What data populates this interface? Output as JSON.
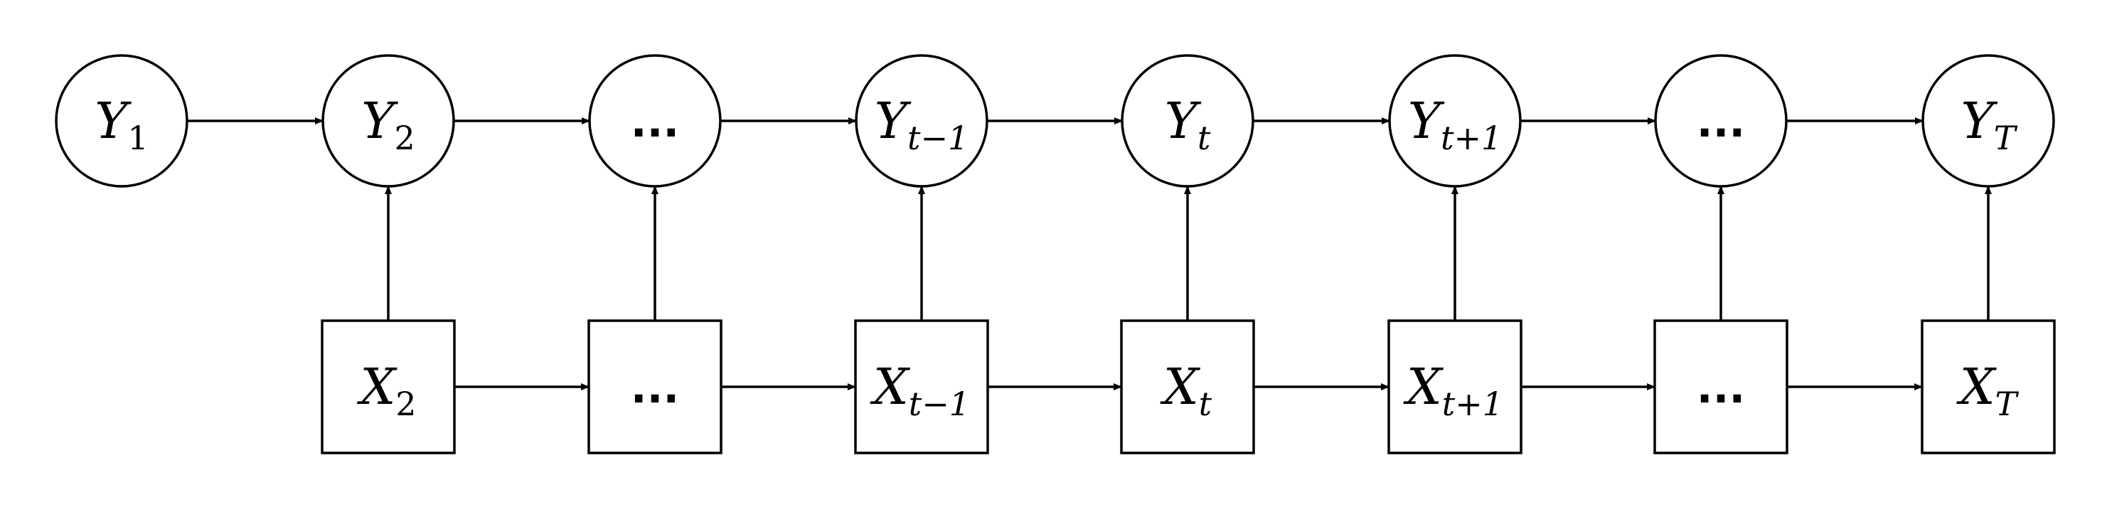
{
  "colors": {
    "stroke": "#000000",
    "fill": "#ffffff"
  },
  "y_nodes": [
    {
      "id": "y1",
      "base": "Y",
      "sub": "1",
      "dots": false
    },
    {
      "id": "y2",
      "base": "Y",
      "sub": "2",
      "dots": false
    },
    {
      "id": "y-ellipsis-1",
      "base": "",
      "sub": "",
      "dots": true,
      "text": "..."
    },
    {
      "id": "y-t-minus-1",
      "base": "Y",
      "sub": "t−1",
      "dots": false
    },
    {
      "id": "y-t",
      "base": "Y",
      "sub": "t",
      "dots": false
    },
    {
      "id": "y-t-plus-1",
      "base": "Y",
      "sub": "t+1",
      "dots": false
    },
    {
      "id": "y-ellipsis-2",
      "base": "",
      "sub": "",
      "dots": true,
      "text": "..."
    },
    {
      "id": "y-T",
      "base": "Y",
      "sub": "T",
      "dots": false
    }
  ],
  "x_nodes": [
    {
      "id": "x2",
      "base": "X",
      "sub": "2",
      "dots": false
    },
    {
      "id": "x-ellipsis-1",
      "base": "",
      "sub": "",
      "dots": true,
      "text": "..."
    },
    {
      "id": "x-t-minus-1",
      "base": "X",
      "sub": "t−1",
      "dots": false
    },
    {
      "id": "x-t",
      "base": "X",
      "sub": "t",
      "dots": false
    },
    {
      "id": "x-t-plus-1",
      "base": "X",
      "sub": "t+1",
      "dots": false
    },
    {
      "id": "x-ellipsis-2",
      "base": "",
      "sub": "",
      "dots": true,
      "text": "..."
    },
    {
      "id": "x-T",
      "base": "X",
      "sub": "T",
      "dots": false
    }
  ]
}
